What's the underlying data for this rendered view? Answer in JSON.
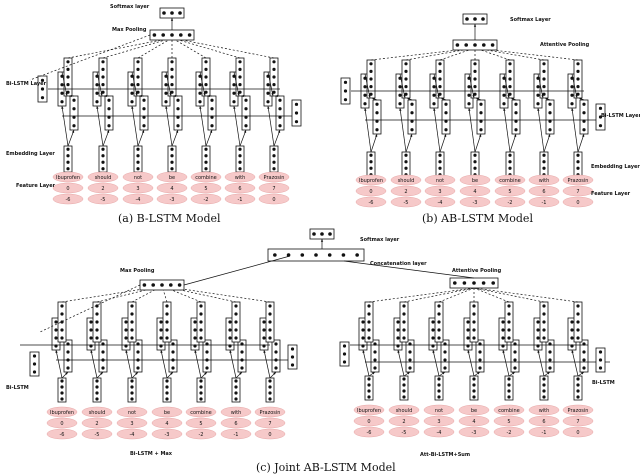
{
  "captions": {
    "a": "(a) B-LSTM Model",
    "b": "(b) AB-LSTM Model",
    "c": "(c) Joint AB-LSTM Model"
  },
  "tokens": [
    "Ibuprofen",
    "should",
    "not",
    "be",
    "combine",
    "with",
    "Prazosin"
  ],
  "tokens_c": [
    "Ibuprofen",
    "should",
    "not",
    "be",
    "combine",
    "with",
    "Prazosin"
  ],
  "features": [
    [
      "0",
      "-6"
    ],
    [
      "2",
      "-5"
    ],
    [
      "3",
      "-4"
    ],
    [
      "4",
      "-3"
    ],
    [
      "5",
      "-2"
    ],
    [
      "6",
      "-1"
    ],
    [
      "7",
      "0"
    ]
  ],
  "panel_a": {
    "softmax": "Softmax layer",
    "pooling": "Max Pooling",
    "bilstm": "Bi-LSTM Layer",
    "embedding": "Embedding Layer",
    "feature": "Feature Layer"
  },
  "panel_b": {
    "softmax": "Softmax Layer",
    "pooling": "Attentive Pooling",
    "bilstm": "Bi-LSTM Layer",
    "embedding": "Embedding Layer",
    "feature": "Feature Layer"
  },
  "panel_c": {
    "softmax": "Softmax layer",
    "concat": "Concatenation layer",
    "max_pooling": "Max Pooling",
    "attentive_pooling": "Attentive Pooling",
    "bilstm_left": "Bi-LSTM",
    "bilstm_right": "Bi-LSTM",
    "left_sub": "Bi-LSTM + Max",
    "right_sub": "Att-Bi-LSTM+Sum"
  }
}
